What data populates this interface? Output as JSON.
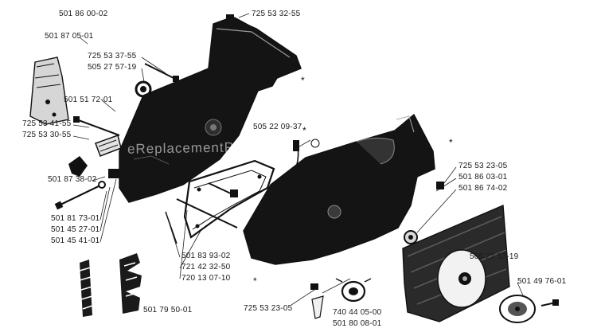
{
  "diagram": {
    "watermark": "eReplacementParts.com",
    "marker": "*",
    "labels": {
      "p01": "501 86 00-02",
      "p02": "725 53 32-55",
      "p03": "501 87 05-01",
      "p04": "725 53 37-55",
      "p05": "505 27 57-19",
      "p06": "501 51 72-01",
      "p07": "725 53 41-55",
      "p08": "725 53 30-55",
      "p09": "505 22 09-37",
      "p10": "725 53 23-05",
      "p11": "501 86 03-01",
      "p12": "501 86 74-02",
      "p13": "501 87 38-02",
      "p14": "501 81 73-01",
      "p15": "501 45 27-01",
      "p16": "501 45 41-01",
      "p17": "501 83 93-02",
      "p18": "721 42 32-50",
      "p19": "720 13 07-10",
      "p20": "505 27 57-19",
      "p21": "501 49 76-01",
      "p22": "501 79 50-01",
      "p23": "725 53 23-05",
      "p24": "740 44 05-00",
      "p25": "501 80 08-01"
    }
  }
}
